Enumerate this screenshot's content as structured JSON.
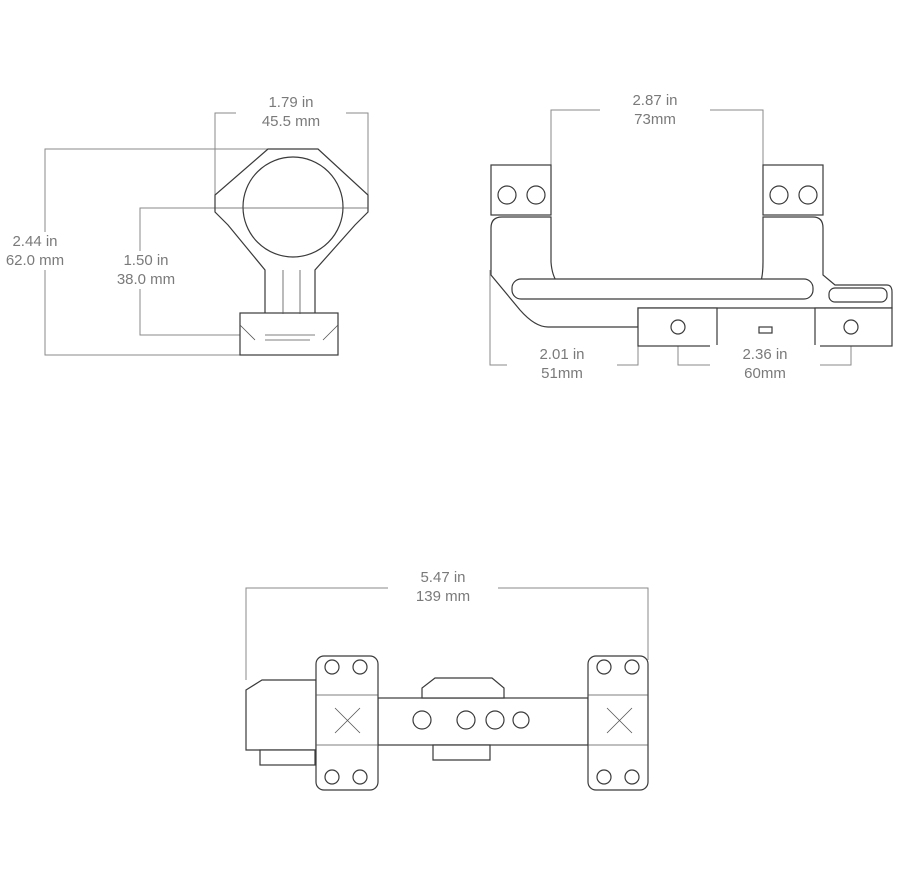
{
  "front_view": {
    "ring_width": {
      "in": "1.79 in",
      "mm": "45.5 mm"
    },
    "total_height": {
      "in": "2.44 in",
      "mm": "62.0 mm"
    },
    "center_height": {
      "in": "1.50 in",
      "mm": "38.0 mm"
    }
  },
  "side_view": {
    "ring_spacing": {
      "in": "2.87 in",
      "mm": "73mm"
    },
    "front_offset": {
      "in": "2.01 in",
      "mm": "51mm"
    },
    "clamp_spacing": {
      "in": "2.36 in",
      "mm": "60mm"
    }
  },
  "top_view": {
    "overall_length": {
      "in": "5.47 in",
      "mm": "139 mm"
    }
  },
  "colors": {
    "dimension_text": "#7a7a7a",
    "line": "#3a3a3a"
  }
}
